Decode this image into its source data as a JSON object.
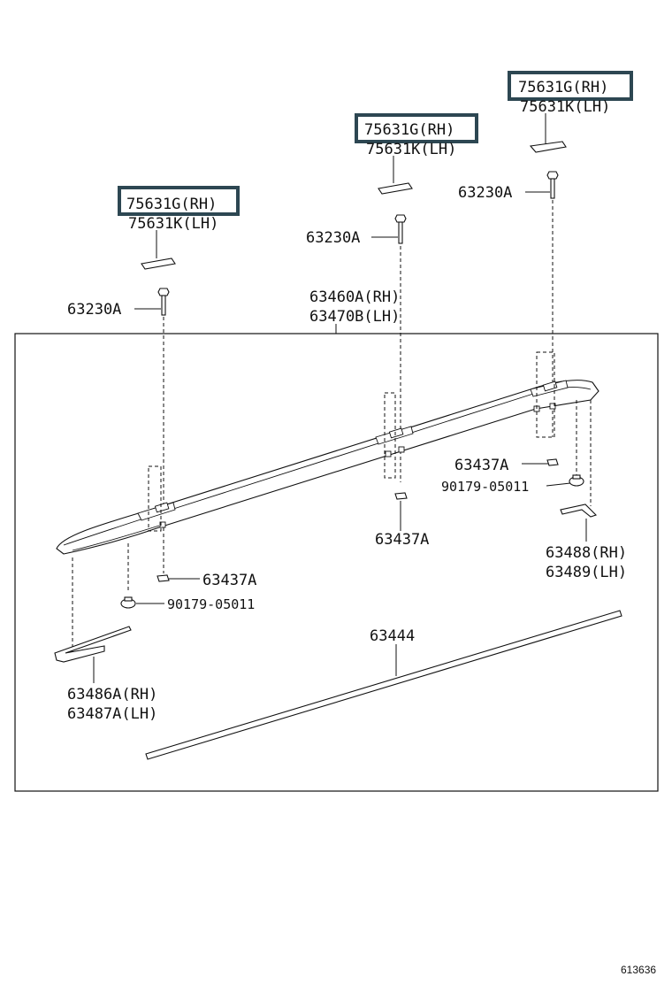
{
  "labels": {
    "cover_top_right": {
      "rh": "75631G(RH)",
      "lh": "75631K(LH)"
    },
    "cover_mid": {
      "rh": "75631G(RH)",
      "lh": "75631K(LH)"
    },
    "cover_left": {
      "rh": "75631G(RH)",
      "lh": "75631K(LH)"
    },
    "bolt_right": "63230A",
    "bolt_mid": "63230A",
    "bolt_left": "63230A",
    "rail": {
      "rh": "63460A(RH)",
      "lh": "63470B(LH)"
    },
    "nut_plate_right": "63437A",
    "nut_plate_mid": "63437A",
    "nut_plate_left": "63437A",
    "clip_right": "90179-05011",
    "clip_left": "90179-05011",
    "end_cover_rear": {
      "rh": "63488(RH)",
      "lh": "63489(LH)"
    },
    "end_cover_front": {
      "rh": "63486A(RH)",
      "lh": "63487A(LH)"
    },
    "moulding": "63444",
    "figure_number": "613636"
  },
  "highlight_color": "#2d4752"
}
